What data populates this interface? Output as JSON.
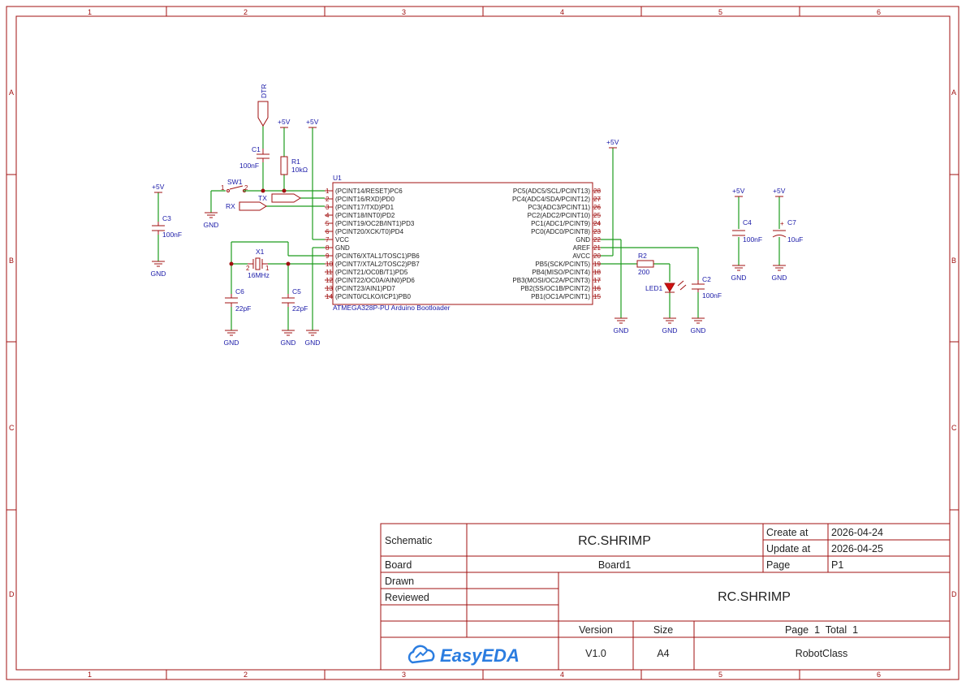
{
  "zones": {
    "columns": [
      "1",
      "2",
      "3",
      "4",
      "5",
      "6"
    ],
    "rows": [
      "A",
      "B",
      "C",
      "D"
    ]
  },
  "power": {
    "dtr": "DTR",
    "p5v": "+5V",
    "gnd": "GND",
    "tx": "TX",
    "rx": "RX"
  },
  "components": {
    "u1": {
      "ref": "U1",
      "value": "ATMEGA328P-PU Arduino Bootloader",
      "left_pins": [
        {
          "num": "1",
          "name": "(PCINT14/RESET)PC6"
        },
        {
          "num": "2",
          "name": "(PCINT16/RXD)PD0"
        },
        {
          "num": "3",
          "name": "(PCINT17/TXD)PD1"
        },
        {
          "num": "4",
          "name": "(PCINT18/INT0)PD2"
        },
        {
          "num": "5",
          "name": "(PCINT19/OC2B/INT1)PD3"
        },
        {
          "num": "6",
          "name": "(PCINT20/XCK/T0)PD4"
        },
        {
          "num": "7",
          "name": "VCC"
        },
        {
          "num": "8",
          "name": "GND"
        },
        {
          "num": "9",
          "name": "(PCINT6/XTAL1/TOSC1)PB6"
        },
        {
          "num": "10",
          "name": "(PCINT7/XTAL2/TOSC2)PB7"
        },
        {
          "num": "11",
          "name": "(PCINT21/OC0B/T1)PD5"
        },
        {
          "num": "12",
          "name": "(PCINT22/OC0A/AIN0)PD6"
        },
        {
          "num": "13",
          "name": "(PCINT23/AIN1)PD7"
        },
        {
          "num": "14",
          "name": "(PCINT0/CLKO/ICP1)PB0"
        }
      ],
      "right_pins": [
        {
          "num": "28",
          "name": "PC5(ADC5/SCL/PCINT13)"
        },
        {
          "num": "27",
          "name": "PC4(ADC4/SDA/PCINT12)"
        },
        {
          "num": "26",
          "name": "PC3(ADC3/PCINT11)"
        },
        {
          "num": "25",
          "name": "PC2(ADC2/PCINT10)"
        },
        {
          "num": "24",
          "name": "PC1(ADC1/PCINT9)"
        },
        {
          "num": "23",
          "name": "PC0(ADC0/PCINT8)"
        },
        {
          "num": "22",
          "name": "GND"
        },
        {
          "num": "21",
          "name": "AREF"
        },
        {
          "num": "20",
          "name": "AVCC"
        },
        {
          "num": "19",
          "name": "PB5(SCK/PCINT5)"
        },
        {
          "num": "18",
          "name": "PB4(MISO/PCINT4)"
        },
        {
          "num": "17",
          "name": "PB3(MOSI/OC2A/PCINT3)"
        },
        {
          "num": "16",
          "name": "PB2(SS/OC1B/PCINT2)"
        },
        {
          "num": "15",
          "name": "PB1(OC1A/PCINT1)"
        }
      ]
    },
    "c1": {
      "ref": "C1",
      "value": "100nF"
    },
    "r1": {
      "ref": "R1",
      "value": "10kΩ"
    },
    "sw1": {
      "ref": "SW1",
      "pin1": "1",
      "pin2": "2"
    },
    "c3": {
      "ref": "C3",
      "value": "100nF"
    },
    "x1": {
      "ref": "X1",
      "value": "16MHz",
      "pin1": "1",
      "pin2": "2"
    },
    "c6": {
      "ref": "C6",
      "value": "22pF"
    },
    "c5": {
      "ref": "C5",
      "value": "22pF"
    },
    "r2": {
      "ref": "R2",
      "value": "200"
    },
    "led1": {
      "ref": "LED1"
    },
    "c2": {
      "ref": "C2",
      "value": "100nF"
    },
    "c4": {
      "ref": "C4",
      "value": "100nF"
    },
    "c7": {
      "ref": "C7",
      "value": "10uF",
      "polarity": "+"
    }
  },
  "title_block": {
    "schematic_label": "Schematic",
    "title": "RC.SHRIMP",
    "board_label": "Board",
    "board_value": "Board1",
    "drawn_label": "Drawn",
    "reviewed_label": "Reviewed",
    "main_title": "RC.SHRIMP",
    "create_label": "Create at",
    "create_value": "2026-04-24",
    "update_label": "Update at",
    "update_value": "2026-04-25",
    "page_label": "Page",
    "page_value": "P1",
    "version_label": "Version",
    "version_value": "V1.0",
    "size_label": "Size",
    "size_value": "A4",
    "page_total": "Page  1  Total  1",
    "company": "RobotClass",
    "logo_text": "EasyEDA"
  },
  "colors": {
    "frame": "#a01010",
    "wire": "#1e9c1e",
    "label": "#1a1aa8",
    "logo": "#2b7de0"
  }
}
